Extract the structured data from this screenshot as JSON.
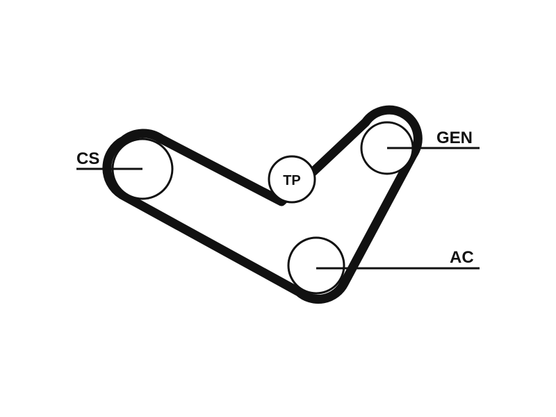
{
  "diagram": {
    "labels": {
      "cs": "CS",
      "tp": "TP",
      "gen": "GEN",
      "ac": "AC"
    },
    "colors": {
      "belt": "#111111",
      "background": "#ffffff"
    }
  }
}
